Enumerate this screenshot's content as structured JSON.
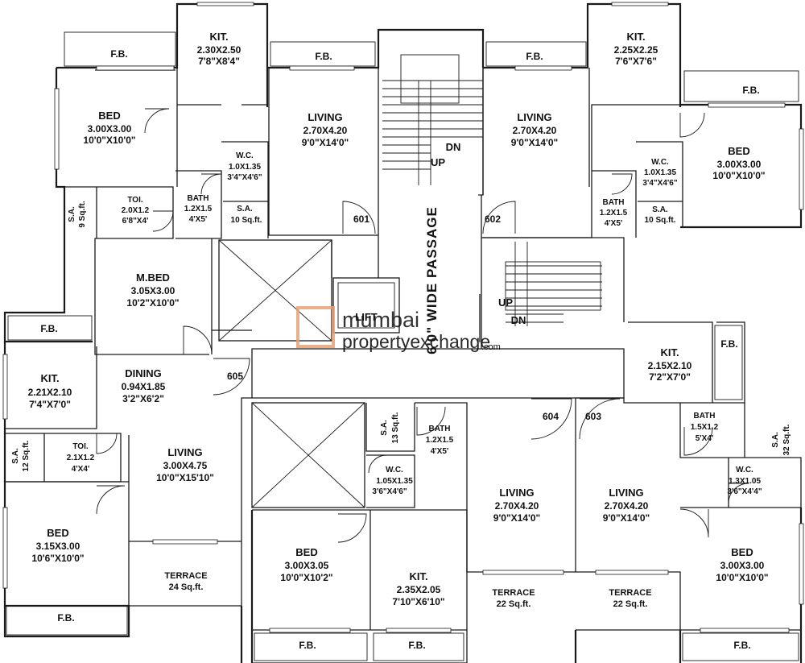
{
  "rooms": {
    "kit_top_left": {
      "name": "KIT.",
      "dim1": "2.30X2.50",
      "dim2": "7'8\"X8'4\""
    },
    "kit_top_right": {
      "name": "KIT.",
      "dim1": "2.25X2.25",
      "dim2": "7'6\"X7'6\""
    },
    "bed_top_left": {
      "name": "BED",
      "dim1": "3.00X3.00",
      "dim2": "10'0\"X10'0\""
    },
    "living_601": {
      "name": "LIVING",
      "dim1": "2.70X4.20",
      "dim2": "9'0\"X14'0\""
    },
    "living_602": {
      "name": "LIVING",
      "dim1": "2.70X4.20",
      "dim2": "9'0\"X14'0\""
    },
    "bed_top_right": {
      "name": "BED",
      "dim1": "3.00X3.00",
      "dim2": "10'0\"X10'0\""
    },
    "wc_601": {
      "name": "W.C.",
      "dim1": "1.0X1.35",
      "dim2": "3'4\"X4'6\""
    },
    "wc_602": {
      "name": "W.C.",
      "dim1": "1.0X1.35",
      "dim2": "3'4\"X4'6\""
    },
    "bath_601": {
      "name": "BATH",
      "dim1": "1.2X1.5",
      "dim2": "4'X5'"
    },
    "bath_602": {
      "name": "BATH",
      "dim1": "1.2X1.5",
      "dim2": "4'X5'"
    },
    "sa_601": {
      "name": "S.A.",
      "dim1": "10 Sq.ft."
    },
    "sa_602": {
      "name": "S.A.",
      "dim1": "10 Sq.ft."
    },
    "toi_top_left": {
      "name": "TOI.",
      "dim1": "2.0X1.2",
      "dim2": "6'8\"X4'"
    },
    "sa_left_top": {
      "name": "S.A.",
      "dim1": "9 Sq.ft."
    },
    "mbed": {
      "name": "M.BED",
      "dim1": "3.05X3.00",
      "dim2": "10'2\"X10'0\""
    },
    "kit_605": {
      "name": "KIT.",
      "dim1": "2.21X2.10",
      "dim2": "7'4\"X7'0\""
    },
    "dining_605": {
      "name": "DINING",
      "dim1": "0.94X1.85",
      "dim2": "3'2\"X6'2\""
    },
    "sa_605": {
      "name": "S.A.",
      "dim1": "12 Sq.ft."
    },
    "toi_605": {
      "name": "TOI.",
      "dim1": "2.1X1.2",
      "dim2": "4'X4'"
    },
    "living_605": {
      "name": "LIVING",
      "dim1": "3.00X4.75",
      "dim2": "10'0\"X15'10\""
    },
    "bed_605": {
      "name": "BED",
      "dim1": "3.15X3.00",
      "dim2": "10'6\"X10'0\""
    },
    "terrace_605": {
      "name": "TERRACE",
      "dim1": "24 Sq.ft."
    },
    "kit_603": {
      "name": "KIT.",
      "dim1": "2.15X2.10",
      "dim2": "7'2\"X7'0\""
    },
    "sa_604": {
      "name": "S.A.",
      "dim1": "13 Sq.ft."
    },
    "bath_604": {
      "name": "BATH",
      "dim1": "1.2X1.5",
      "dim2": "4'X5'"
    },
    "wc_604": {
      "name": "W.C.",
      "dim1": "1.05X1.35",
      "dim2": "3'6\"X4'6\""
    },
    "living_604": {
      "name": "LIVING",
      "dim1": "2.70X4.20",
      "dim2": "9'0\"X14'0\""
    },
    "living_603": {
      "name": "LIVING",
      "dim1": "2.70X4.20",
      "dim2": "9'0\"X14'0\""
    },
    "bath_603": {
      "name": "BATH",
      "dim1": "1.5X1.2",
      "dim2": "5'X4'"
    },
    "sa_603": {
      "name": "S.A.",
      "dim1": "32 Sq.ft."
    },
    "wc_603": {
      "name": "W.C.",
      "dim1": "1.3X1.05",
      "dim2": "3'6\"X4'4\""
    },
    "bed_604": {
      "name": "BED",
      "dim1": "3.00X3.05",
      "dim2": "10'0\"X10'2\""
    },
    "kit_604": {
      "name": "KIT.",
      "dim1": "2.35X2.05",
      "dim2": "7'10\"X6'10\""
    },
    "terrace_604": {
      "name": "TERRACE",
      "dim1": "22 Sq.ft."
    },
    "terrace_603": {
      "name": "TERRACE",
      "dim1": "22 Sq.ft."
    },
    "bed_603": {
      "name": "BED",
      "dim1": "3.00X3.00",
      "dim2": "10'0\"X10'0\""
    }
  },
  "fb_label": "F.B.",
  "units": {
    "u601": "601",
    "u602": "602",
    "u603": "603",
    "u604": "604",
    "u605": "605"
  },
  "stairs": {
    "up": "UP",
    "dn": "DN"
  },
  "lift": "LIFT",
  "passage": "6'0\" WIDE PASSAGE",
  "watermark": {
    "line1": "mumbai",
    "line2": "propertyexchange",
    "line3": ".com"
  }
}
